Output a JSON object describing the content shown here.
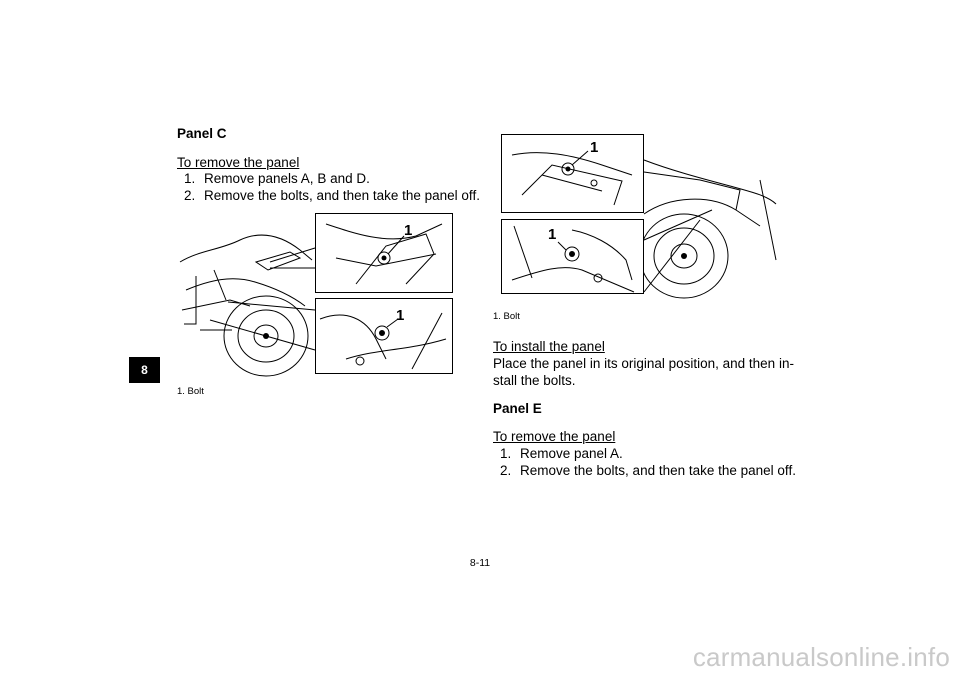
{
  "chapter_tab": "8",
  "left_column": {
    "heading": "Panel C",
    "subheading": "To remove the panel",
    "steps": [
      {
        "num": "1.",
        "text": "Remove panels A, B and D."
      },
      {
        "num": "2.",
        "text": "Remove the bolts, and then take the panel off."
      }
    ],
    "figure": {
      "callouts": [
        "1",
        "1"
      ],
      "caption": "1.  Bolt"
    }
  },
  "right_column": {
    "figure": {
      "callouts": [
        "1",
        "1"
      ],
      "caption": "1.  Bolt"
    },
    "install_subheading": "To install the panel",
    "install_text_line1": "Place the panel in its original position, and then in-",
    "install_text_line2": "stall the bolts.",
    "heading": "Panel E",
    "subheading": "To remove the panel",
    "steps": [
      {
        "num": "1.",
        "text": "Remove panel A."
      },
      {
        "num": "2.",
        "text": "Remove the bolts, and then take the panel off."
      }
    ]
  },
  "page_number": "8-11",
  "watermark": "carmanualsonline.info"
}
